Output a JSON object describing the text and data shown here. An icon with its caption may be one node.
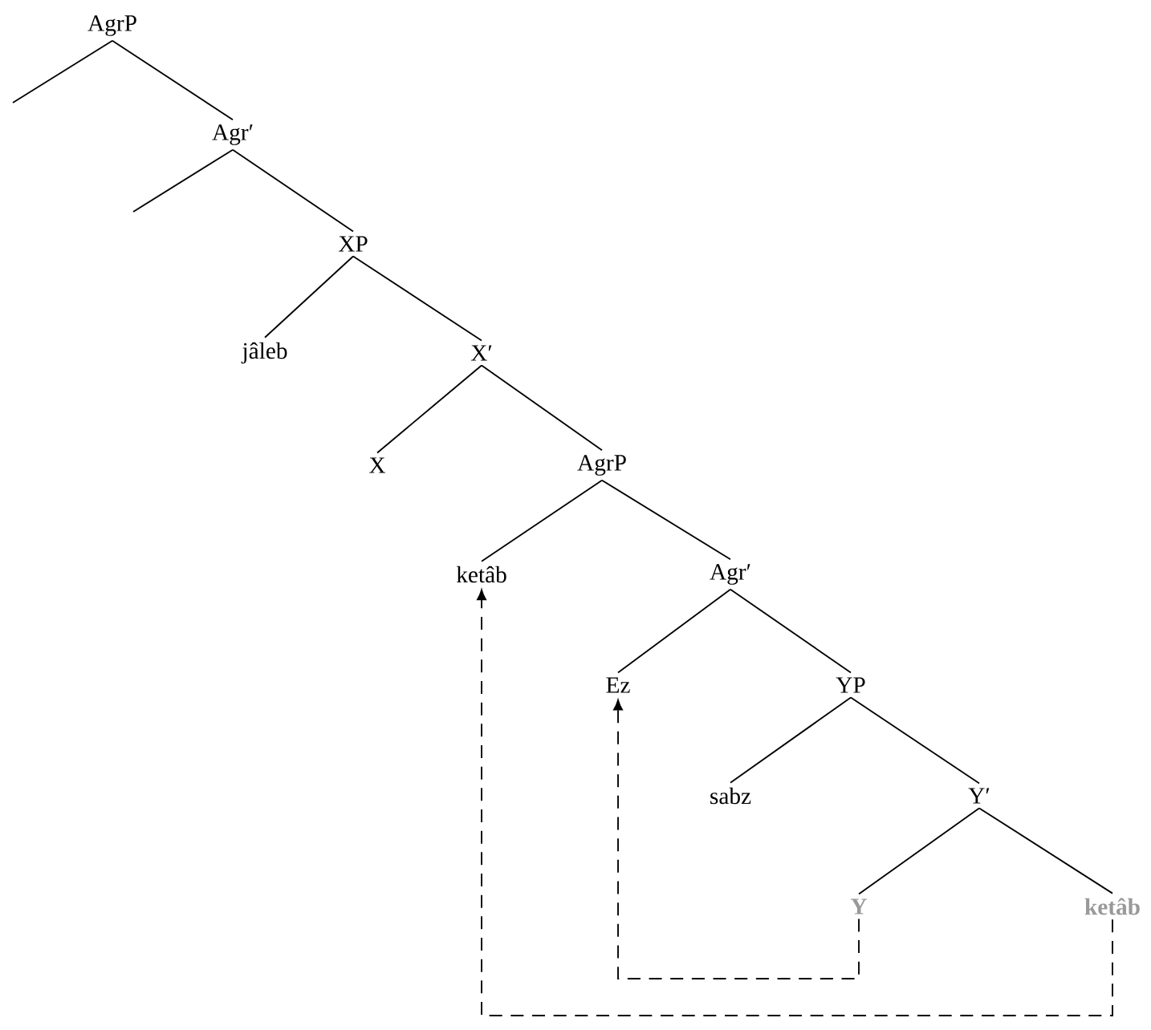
{
  "diagram": {
    "nodes": [
      {
        "text": [
          "AgrP"
        ]
      },
      {
        "text": [
          "Agr′"
        ]
      },
      {
        "text": [
          "XP"
        ]
      },
      {
        "text": [
          "jâleb"
        ]
      },
      {
        "text": [
          "X′"
        ]
      },
      {
        "text": [
          "X"
        ]
      },
      {
        "text": [
          "AgrP"
        ]
      },
      {
        "text": [
          "ketâb"
        ]
      },
      {
        "text": [
          "Agr′"
        ]
      },
      {
        "text": [
          "Ez"
        ]
      },
      {
        "text": [
          "YP"
        ]
      },
      {
        "text": [
          "sabz"
        ]
      },
      {
        "text": [
          "Y′"
        ]
      },
      {
        "text": [
          "Y"
        ]
      },
      {
        "text": [
          "ketâb"
        ]
      }
    ],
    "edges": [
      {
        "from": 0,
        "to": null,
        "arrow": "none"
      },
      {
        "from": 0,
        "to": 1,
        "arrow": "none"
      },
      {
        "from": 1,
        "to": null,
        "arrow": "none"
      },
      {
        "from": 1,
        "to": 2,
        "arrow": "none"
      },
      {
        "from": 2,
        "to": 3,
        "arrow": "none"
      },
      {
        "from": 2,
        "to": 4,
        "arrow": "none"
      },
      {
        "from": 4,
        "to": 5,
        "arrow": "none"
      },
      {
        "from": 4,
        "to": 6,
        "arrow": "none"
      },
      {
        "from": 6,
        "to": 7,
        "arrow": "none"
      },
      {
        "from": 6,
        "to": 8,
        "arrow": "none"
      },
      {
        "from": 8,
        "to": 9,
        "arrow": "none"
      },
      {
        "from": 8,
        "to": 10,
        "arrow": "none"
      },
      {
        "from": 10,
        "to": 11,
        "arrow": "none"
      },
      {
        "from": 10,
        "to": 12,
        "arrow": "none"
      },
      {
        "from": 12,
        "to": 13,
        "arrow": "none"
      },
      {
        "from": 12,
        "to": 14,
        "arrow": "none"
      },
      {
        "from": 13,
        "to": 9,
        "arrow": "to",
        "style": "dashed"
      },
      {
        "from": 14,
        "to": 7,
        "arrow": "to",
        "style": "dashed"
      }
    ]
  }
}
